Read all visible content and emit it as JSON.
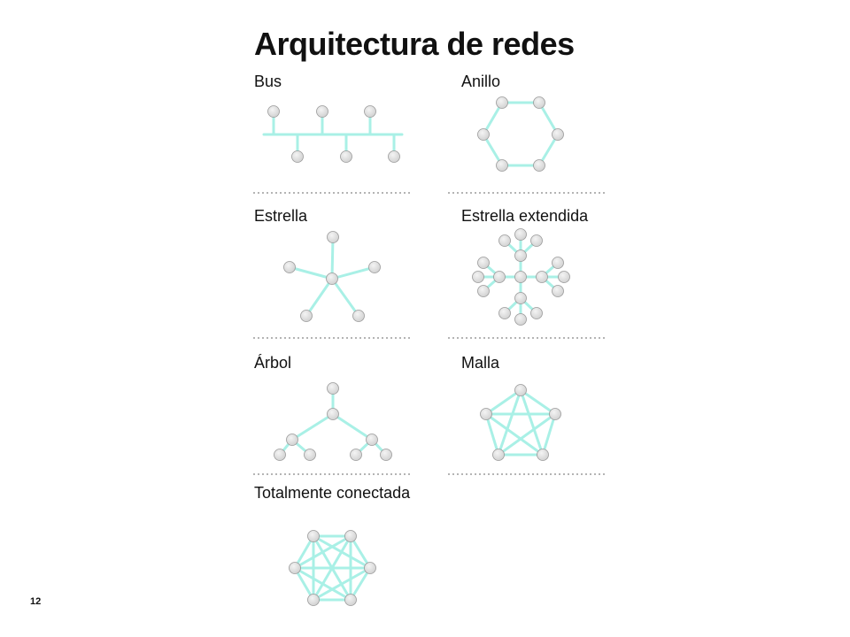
{
  "title": "Arquitectura de redes",
  "page_number": "12",
  "colors": {
    "link": "#a9f0e6",
    "node_fill": "#d2d2d2",
    "node_stroke": "#9a9a9a",
    "separator": "#888888"
  },
  "topologies": [
    {
      "id": "bus",
      "label": "Bus"
    },
    {
      "id": "ring",
      "label": "Anillo"
    },
    {
      "id": "star",
      "label": "Estrella"
    },
    {
      "id": "extended-star",
      "label": "Estrella extendida"
    },
    {
      "id": "tree",
      "label": "Árbol"
    },
    {
      "id": "mesh",
      "label": "Malla"
    },
    {
      "id": "fully-connected",
      "label": "Totalmente conectada"
    }
  ]
}
